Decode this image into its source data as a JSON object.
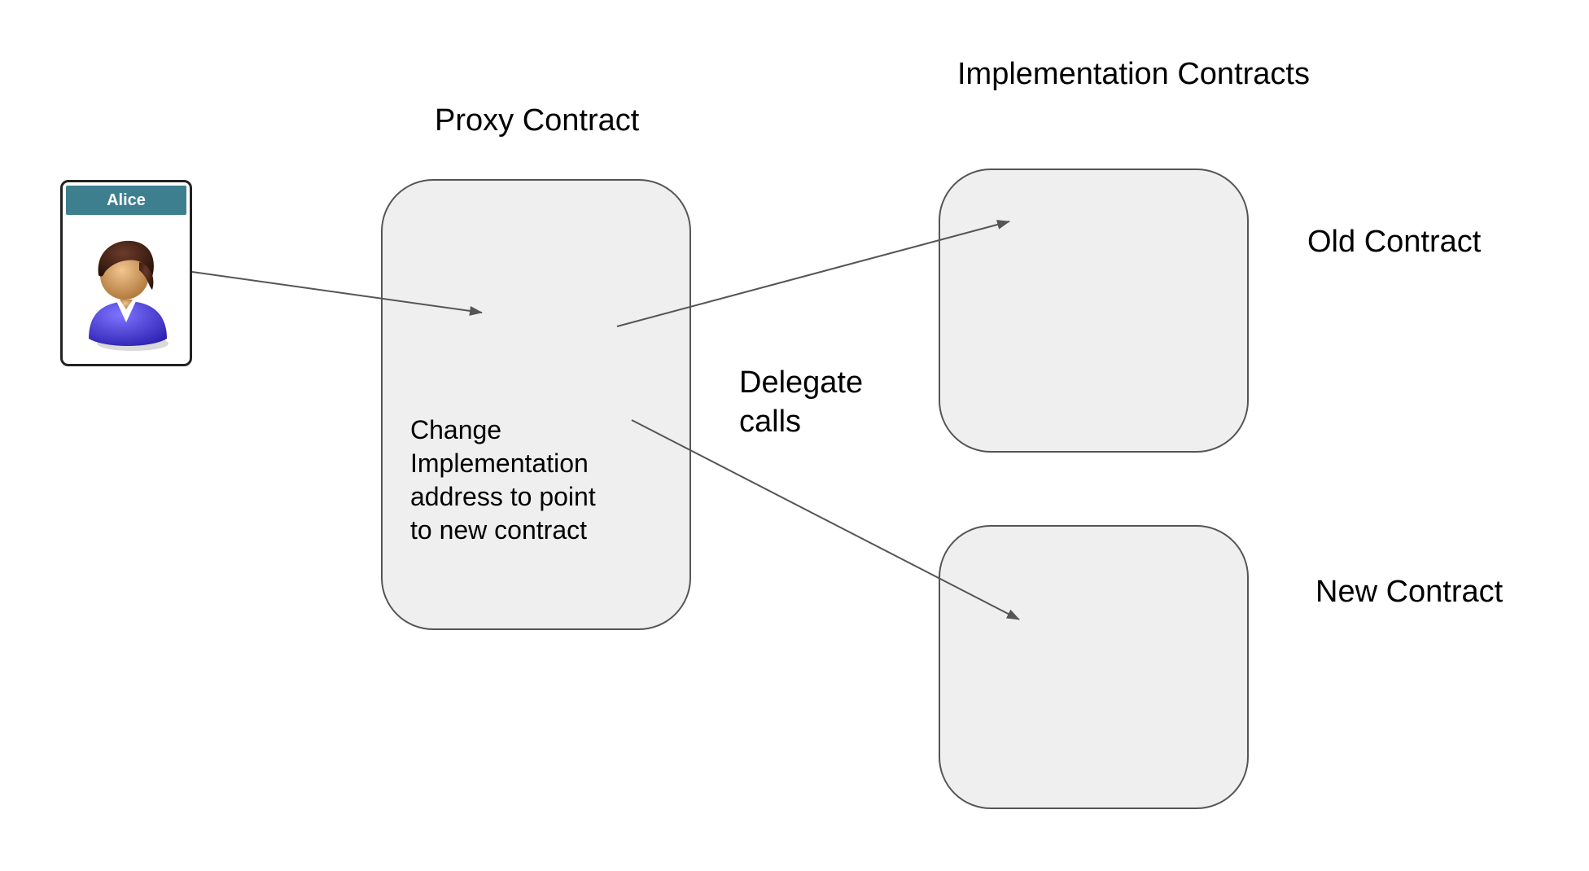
{
  "diagram": {
    "headings": {
      "proxy": "Proxy Contract",
      "implementations": "Implementation Contracts"
    },
    "labels": {
      "old_contract": "Old Contract",
      "new_contract": "New Contract",
      "delegate": [
        "Delegate",
        "calls"
      ]
    },
    "proxy_note": [
      "Change",
      "Implementation",
      "address to point",
      "to new contract"
    ],
    "actor": {
      "name": "Alice",
      "icon": "person-icon"
    },
    "colors": {
      "box_fill": "#efefef",
      "box_border": "#555555",
      "arrow": "#555555",
      "actor_header": "#3e7f8f",
      "actor_shirt": "#4a3fd8"
    }
  }
}
